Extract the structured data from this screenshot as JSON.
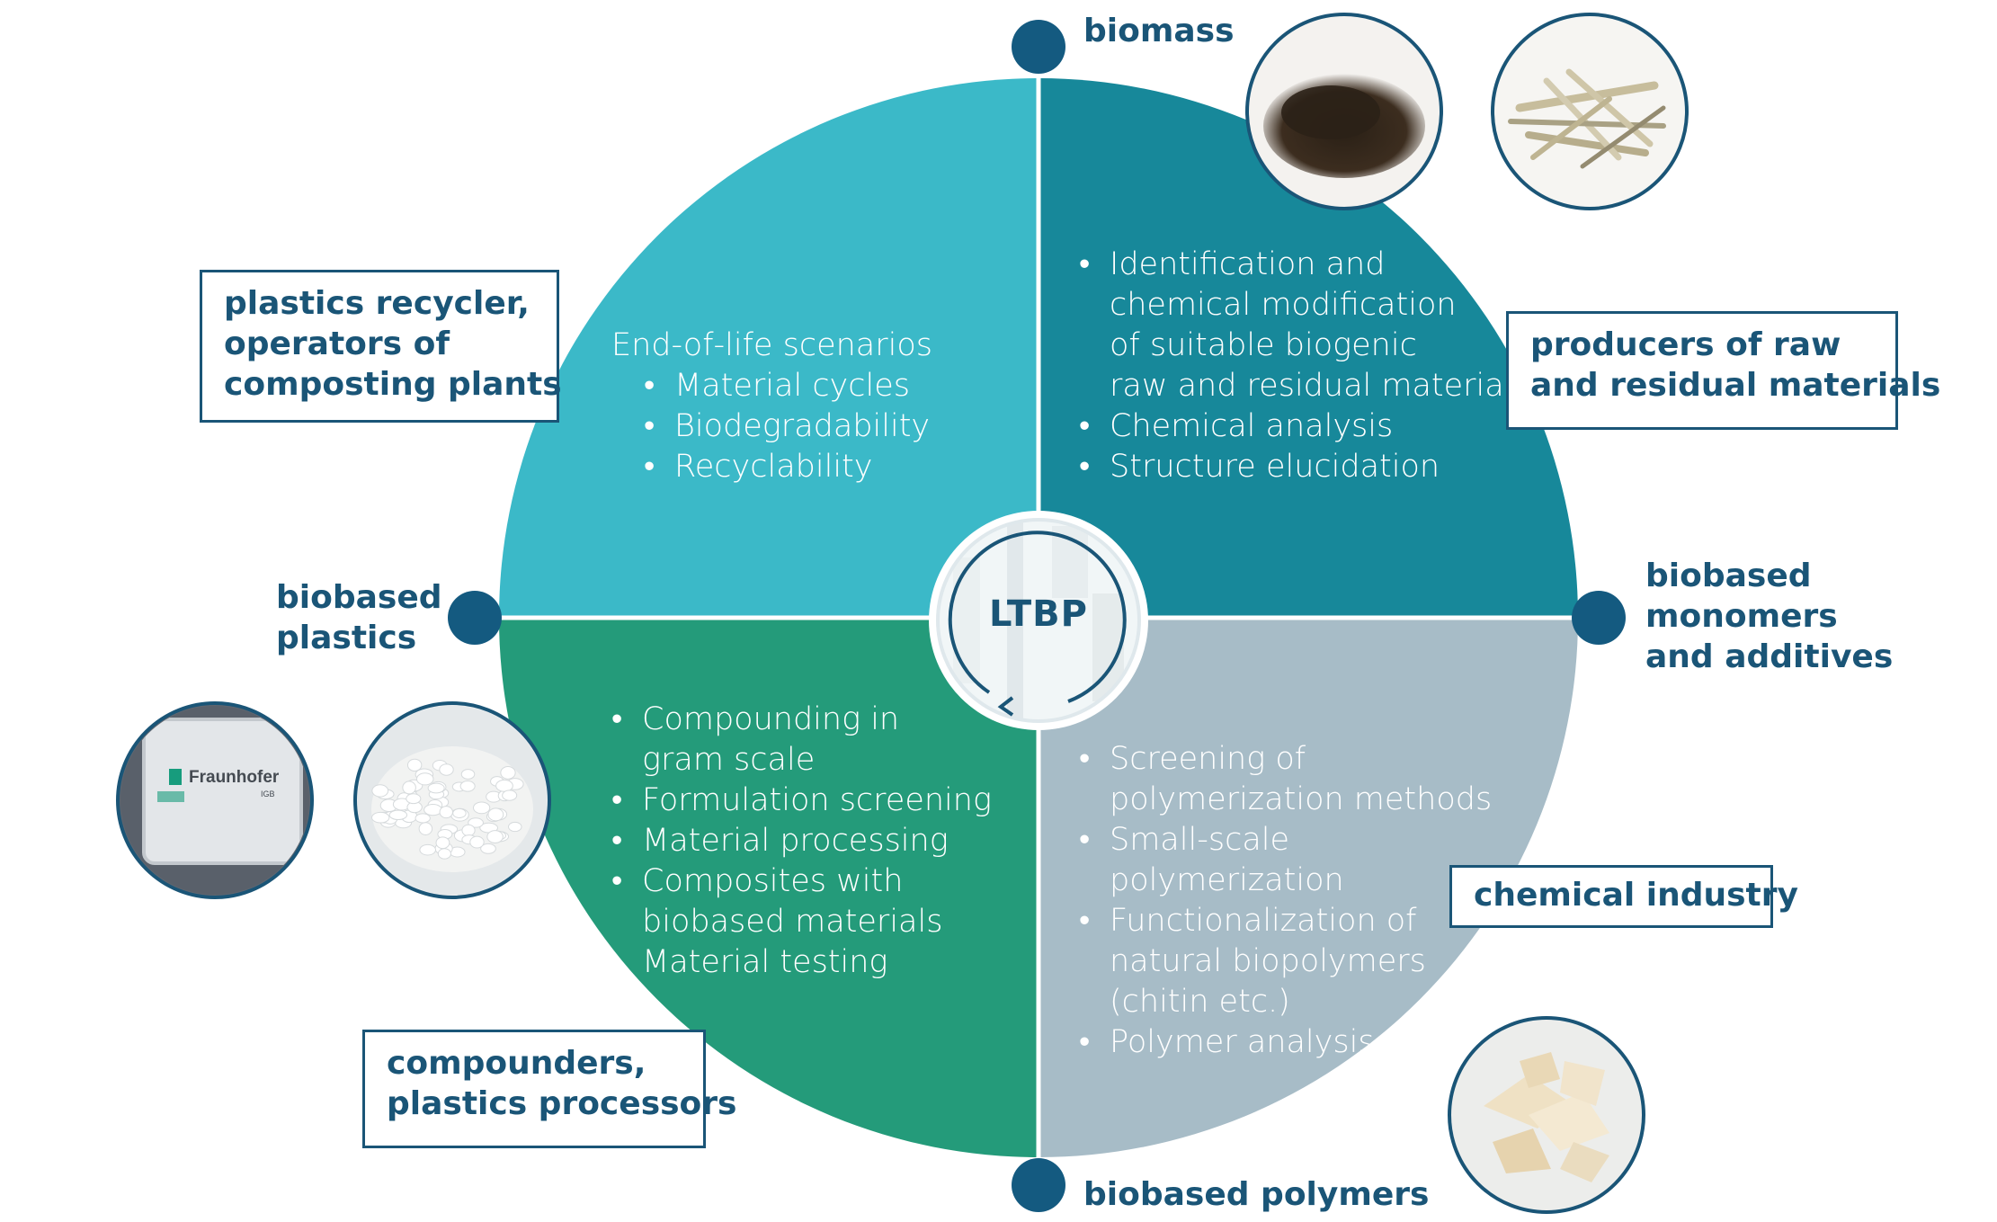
{
  "center": {
    "label": "LTBP"
  },
  "quadrants": {
    "top_left": {
      "heading": "End-of-life scenarios",
      "items": [
        "Material cycles",
        "Biodegradability",
        "Recyclability"
      ],
      "color": "#3bb9c8"
    },
    "top_right": {
      "items": [
        [
          "Identification and",
          "chemical modification",
          "of suitable biogenic",
          "raw and residual materials"
        ],
        [
          "Chemical analysis"
        ],
        [
          "Structure elucidation"
        ]
      ],
      "color": "#17889a"
    },
    "bottom_left": {
      "items": [
        [
          "Compounding in",
          "gram scale"
        ],
        [
          "Formulation screening"
        ],
        [
          "Material processing"
        ],
        [
          "Composites with",
          "biobased materials"
        ],
        [
          "Material testing"
        ]
      ],
      "color": "#249b7a"
    },
    "bottom_right": {
      "items": [
        [
          "Screening of",
          "polymerization methods"
        ],
        [
          "Small-scale",
          "polymerization"
        ],
        [
          "Functionalization of",
          "natural biopolymers",
          "(chitin etc.)"
        ],
        [
          "Polymer analysis"
        ]
      ],
      "color": "#a7bcc7"
    }
  },
  "nodes": {
    "top": [
      "biomass"
    ],
    "right": [
      "biobased",
      "monomers",
      "and additives"
    ],
    "bottom": [
      "biobased polymers"
    ],
    "left": [
      "biobased",
      "plastics"
    ],
    "color": "#145a80"
  },
  "roles": {
    "recycler": [
      "plastics recycler,",
      "operators of",
      "composting plants"
    ],
    "producers": [
      "producers of raw",
      "and residual materials"
    ],
    "chemical": [
      "chemical industry"
    ],
    "compounders": [
      "compounders,",
      "plastics processors"
    ]
  },
  "photos": {
    "fraunhofer_logo": [
      "Fraunhofer",
      "IGB"
    ]
  }
}
